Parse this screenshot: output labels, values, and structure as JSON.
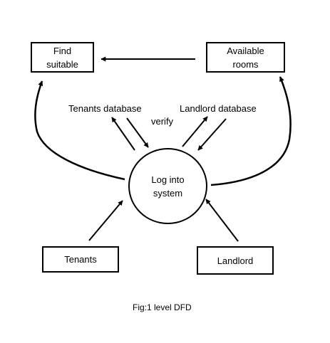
{
  "diagram": {
    "nodes": {
      "find_suitable": {
        "label": "Find\nsuitable"
      },
      "available_rooms": {
        "label": "Available\nrooms"
      },
      "log_into_system": {
        "label": "Log into\nsystem"
      },
      "tenants": {
        "label": "Tenants"
      },
      "landlord": {
        "label": "Landlord"
      }
    },
    "flow_labels": {
      "tenants_database": "Tenants database",
      "landlord_database": "Landlord database",
      "verify": "verify"
    },
    "caption": "Fig:1 level DFD",
    "colors": {
      "stroke": "#000000",
      "background": "#ffffff"
    }
  }
}
